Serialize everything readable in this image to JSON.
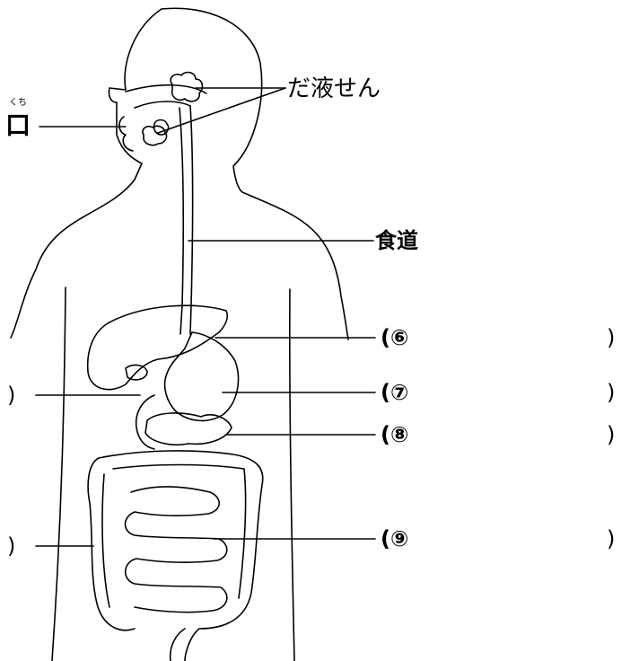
{
  "labels": {
    "mouth_ruby": "くち",
    "mouth": "口",
    "salivary": "だ液せん",
    "esophagus": "食道",
    "q6": "(⑥",
    "q7": "(⑦",
    "q8": "(⑧",
    "q9": "(⑨",
    "close": ")"
  }
}
